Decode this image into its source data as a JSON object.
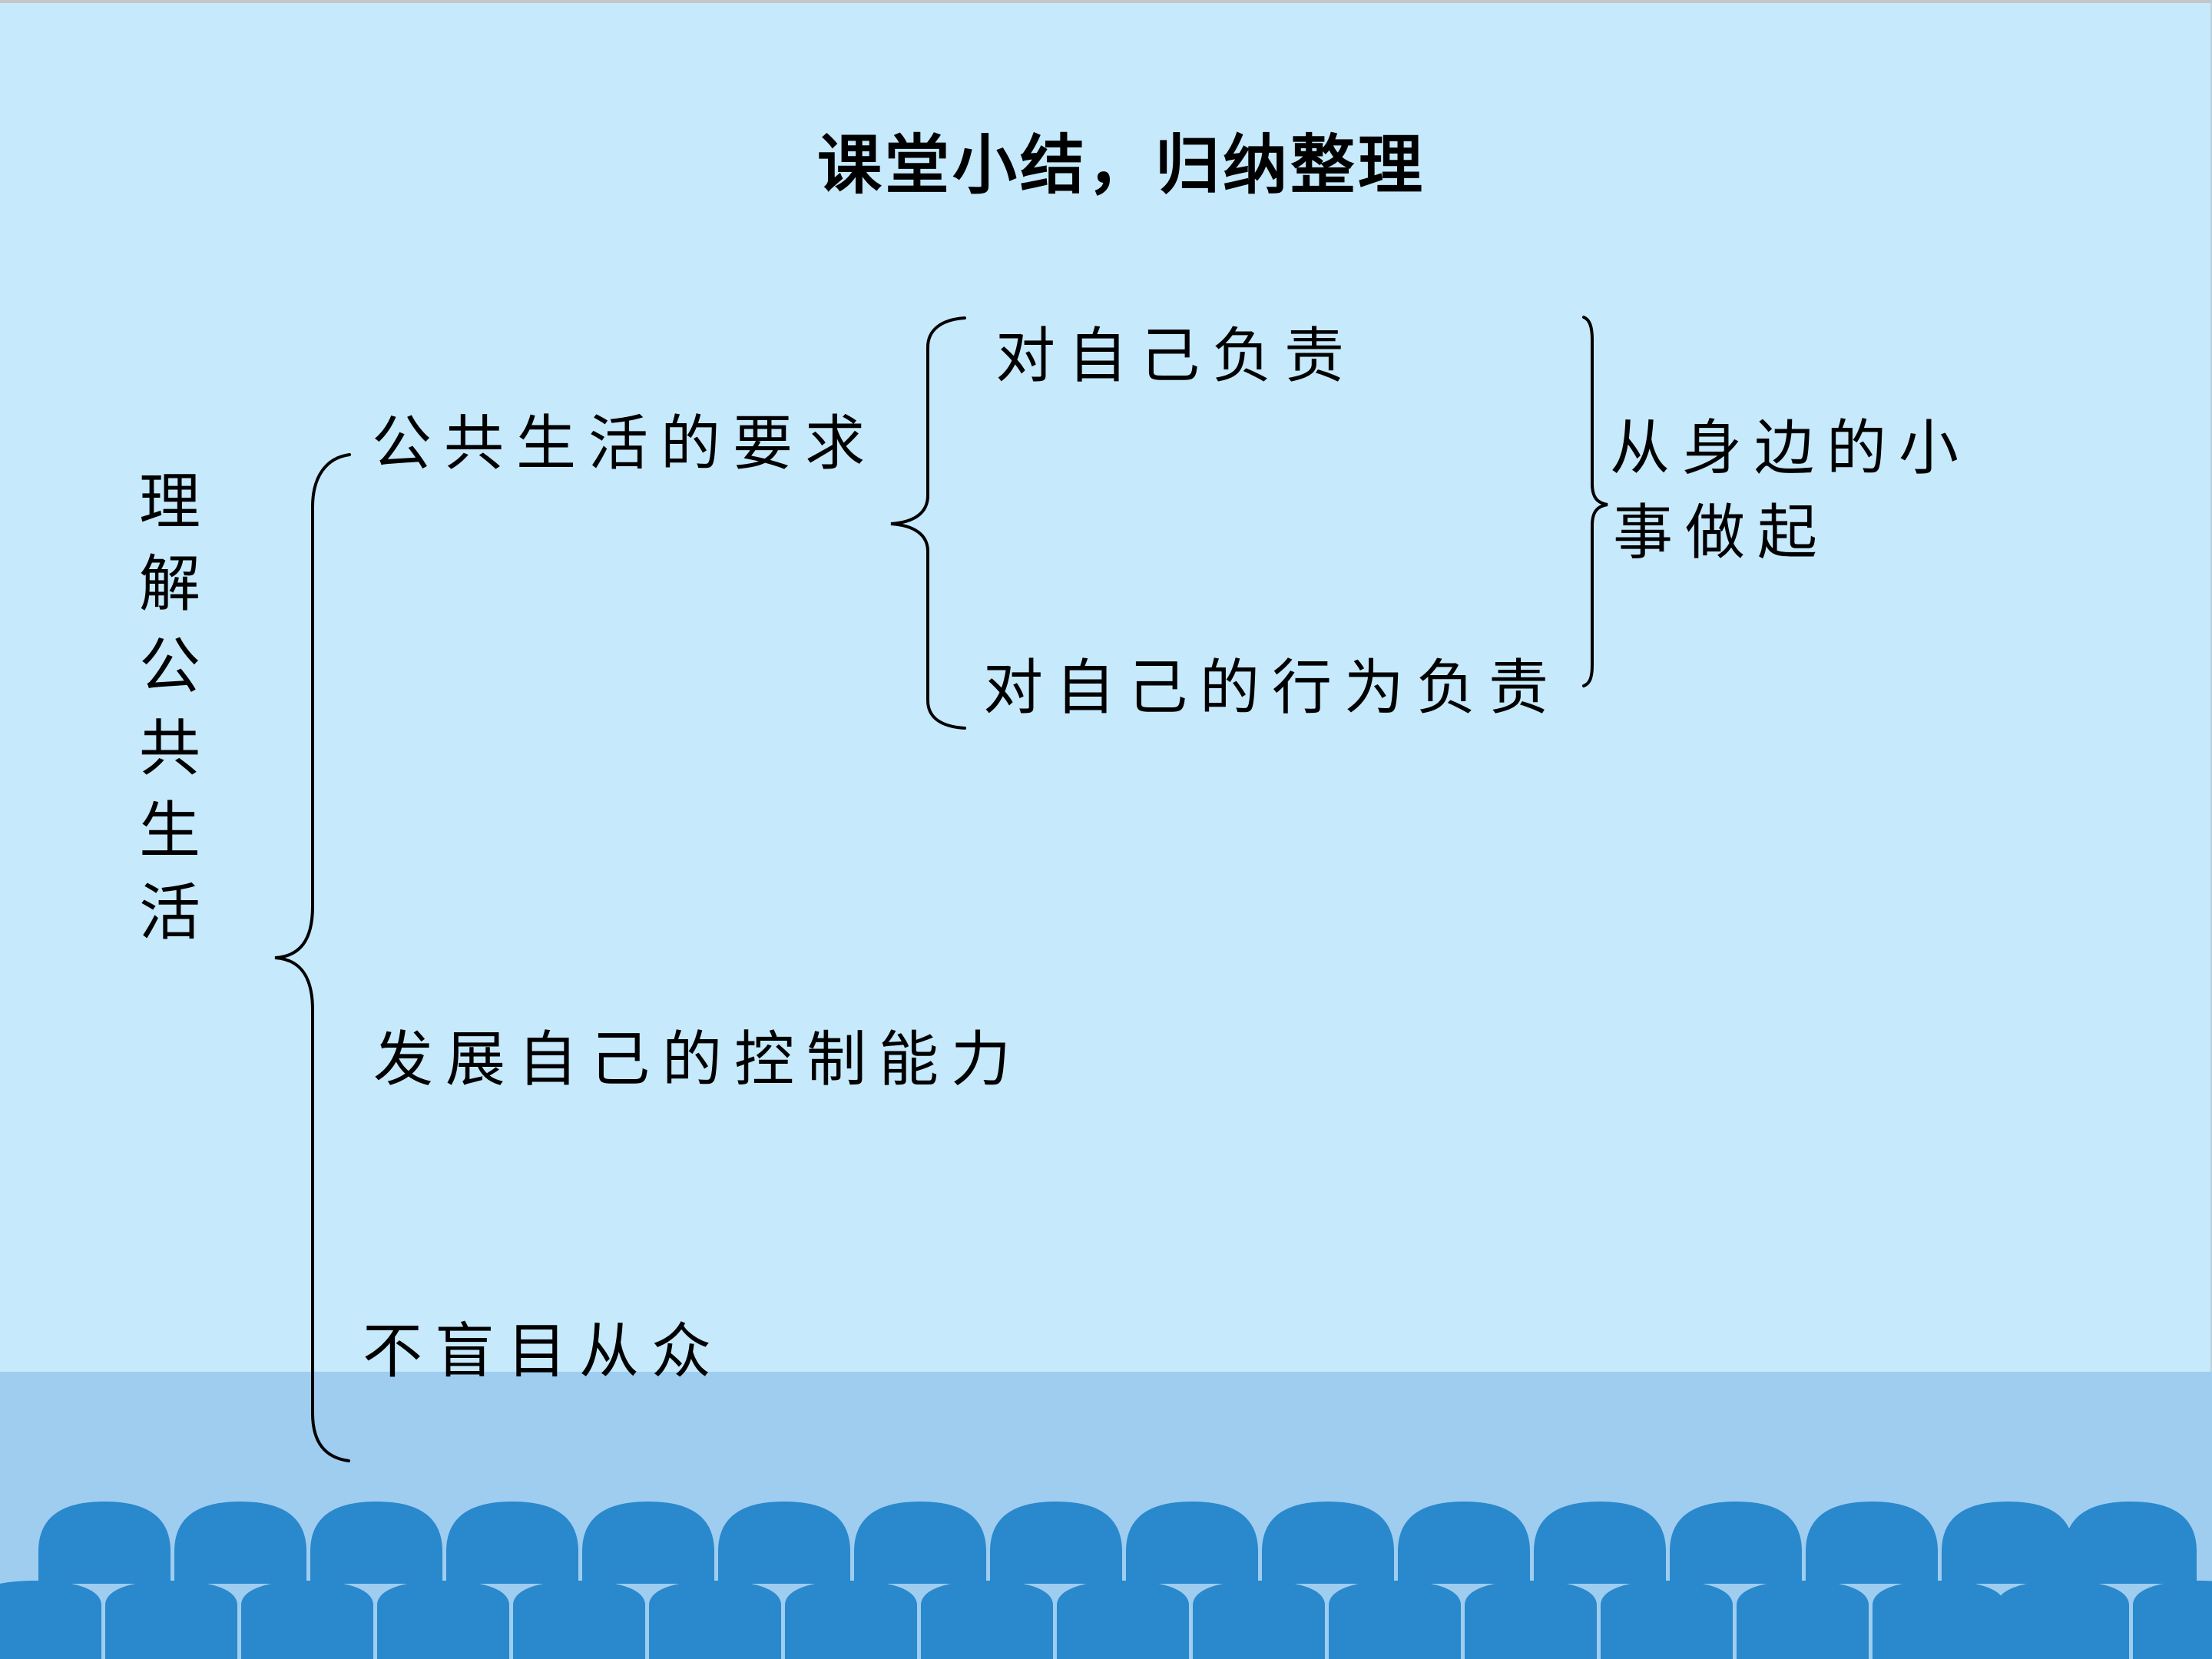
{
  "slide": {
    "title": "课堂小结，归纳整理",
    "colors": {
      "background": "#c6e9fb",
      "sea_band": "#9fcdf0",
      "wave": "#2a88cc",
      "text": "#000000",
      "top_bar": "#c4c6c8"
    }
  },
  "mindmap": {
    "root": {
      "label": "理解公共生活",
      "chars": [
        "理",
        "解",
        "公",
        "共",
        "生",
        "活"
      ]
    },
    "branches": [
      {
        "label": "公共生活的要求",
        "children": [
          {
            "label": "对自己负责"
          },
          {
            "label": "对自己的行为负责"
          }
        ],
        "conclusion": {
          "line1": "从身边的小",
          "line2": "事做起",
          "full": "从身边的小事做起"
        }
      },
      {
        "label": "发展自己的控制能力"
      },
      {
        "label": "不盲目从众"
      }
    ]
  },
  "decoration": {
    "braces": [
      "left-brace-root",
      "left-brace-requirements",
      "right-brace-conclusion"
    ],
    "wave_rows": 2
  }
}
